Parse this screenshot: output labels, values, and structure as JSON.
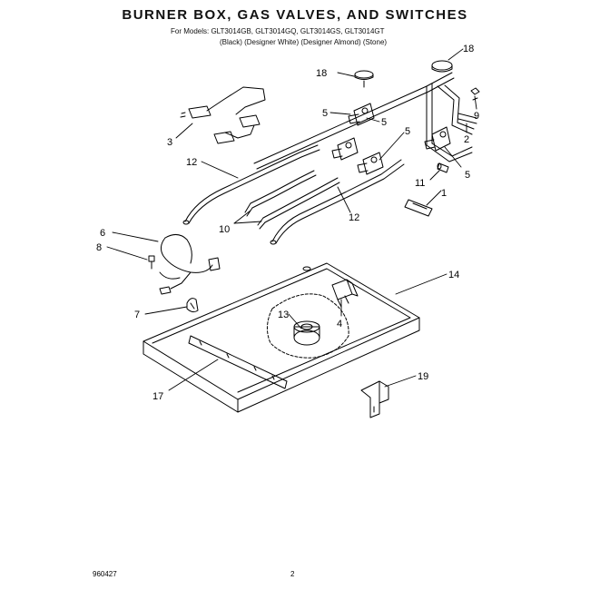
{
  "page": {
    "title": "BURNER BOX, GAS VALVES, AND SWITCHES",
    "models_line": "For Models: GLT3014GB, GLT3014GQ, GLT3014GS, GLT3014GT",
    "colors_line": "(Black)    (Designer White) (Designer Almond) (Stone)",
    "doc_number": "960427",
    "page_number": "2"
  },
  "callouts": [
    {
      "id": "18a",
      "label": "18"
    },
    {
      "id": "18b",
      "label": "18"
    },
    {
      "id": "5a",
      "label": "5"
    },
    {
      "id": "5b",
      "label": "5"
    },
    {
      "id": "5c",
      "label": "5"
    },
    {
      "id": "5d",
      "label": "5"
    },
    {
      "id": "9",
      "label": "9"
    },
    {
      "id": "3",
      "label": "3"
    },
    {
      "id": "2",
      "label": "2"
    },
    {
      "id": "12a",
      "label": "12"
    },
    {
      "id": "12b",
      "label": "12"
    },
    {
      "id": "11",
      "label": "11"
    },
    {
      "id": "1",
      "label": "1"
    },
    {
      "id": "10",
      "label": "10"
    },
    {
      "id": "6",
      "label": "6"
    },
    {
      "id": "8",
      "label": "8"
    },
    {
      "id": "14",
      "label": "14"
    },
    {
      "id": "7",
      "label": "7"
    },
    {
      "id": "13",
      "label": "13"
    },
    {
      "id": "4",
      "label": "4"
    },
    {
      "id": "17",
      "label": "17"
    },
    {
      "id": "19",
      "label": "19"
    }
  ]
}
